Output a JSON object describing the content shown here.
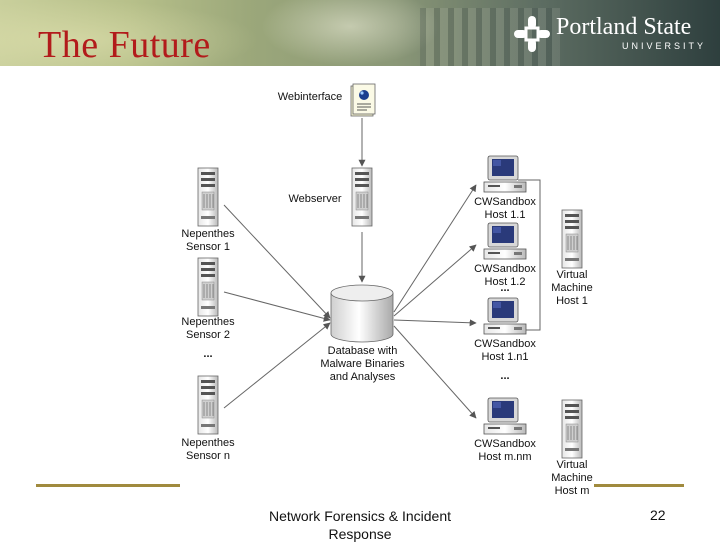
{
  "slide": {
    "title": "The Future",
    "footer": "Network Forensics & Incident Response",
    "page_number": "22"
  },
  "logo": {
    "name": "Portland State",
    "sub": "UNIVERSITY",
    "icon": "psu-logo-icon"
  },
  "diagram": {
    "webinterface": "Webinterface",
    "webserver": "Webserver",
    "database": "Database with\nMalware Binaries\nand Analyses",
    "sensors": [
      "Nepenthes\nSensor 1",
      "Nepenthes\nSensor 2",
      "Nepenthes\nSensor n"
    ],
    "sensor_ellipsis": "...",
    "sandboxes": [
      "CWSandbox\nHost 1.1",
      "CWSandbox\nHost 1.2",
      "CWSandbox\nHost 1.n1",
      "CWSandbox\nHost m.nm"
    ],
    "sandbox_ellipsis_1": "...",
    "sandbox_ellipsis_2": "...",
    "vms": [
      "Virtual\nMachine\nHost 1",
      "Virtual\nMachine\nHost m"
    ]
  },
  "colors": {
    "title": "#b21b1b",
    "footer_rule": "#a08a3e"
  }
}
